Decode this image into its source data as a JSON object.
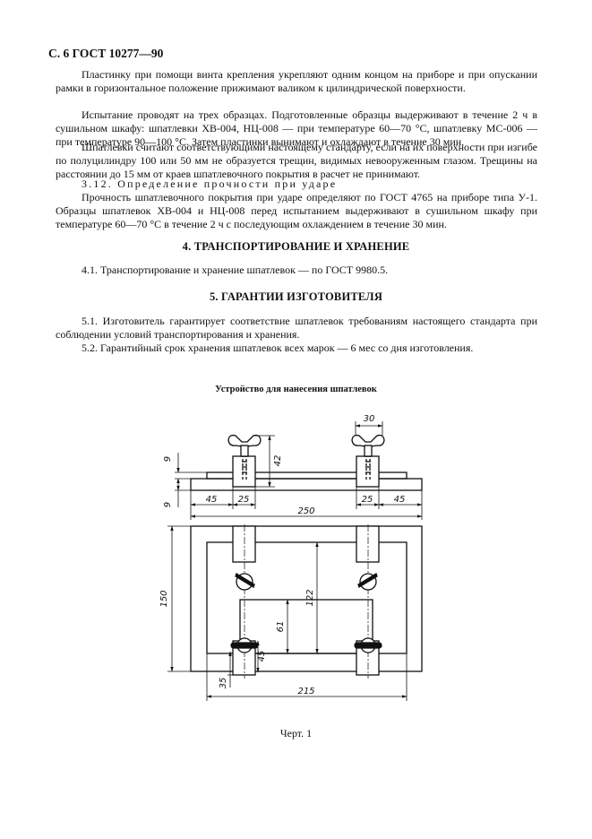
{
  "header": "С. 6 ГОСТ 10277—90",
  "paragraphs": [
    "Пластинку при помощи винта крепления укрепляют одним концом на приборе и при опускании рамки в горизонтальное положение прижимают валиком к цилиндрической поверхности.",
    "Испытание проводят на трех образцах. Подготовленные образцы выдерживают в течение 2 ч в сушильном шкафу: шпатлевки ХВ-004, НЦ-008 — при температуре 60—70 °С, шпатлевку МС-006 — при температуре 90—100 °С. Затем пластинки вынимают и охлаждают в течение 30 мин.",
    "Шпатлевки считают соответствующими настоящему стандарту, если на их поверхности при изгибе по полуцилиндру 100 или 50 мм не образуется трещин, видимых невооруженным глазом. Трещины на расстоянии до 15 мм от краев шпатлевочного покрытия в расчет не принимают.",
    "3.12. Определение прочности при ударе",
    "Прочность шпатлевочного покрытия при ударе определяют по ГОСТ 4765 на приборе типа У-1. Образцы шпатлевок ХВ-004 и НЦ-008 перед испытанием выдерживают в сушильном шкафу при температуре 60—70 °С в течение 2 ч с последующим охлаждением в течение 30 мин."
  ],
  "section4": {
    "title": "4. ТРАНСПОРТИРОВАНИЕ И ХРАНЕНИЕ",
    "p1": "4.1. Транспортирование и хранение шпатлевок — по ГОСТ 9980.5."
  },
  "section5": {
    "title": "5. ГАРАНТИИ ИЗГОТОВИТЕЛЯ",
    "p1": "5.1. Изготовитель гарантирует соответствие шпатлевок требованиям настоящего стандарта при соблюдении условий транспортирования и хранения.",
    "p2": "5.2. Гарантийный срок хранения шпатлевок всех марок — 6 мес со дня изготовления."
  },
  "figure": {
    "title": "Устройство для нанесения шпатлевок",
    "caption": "Черт. 1",
    "dims": {
      "d30": "30",
      "d42": "42",
      "d9a": "9",
      "d9b": "9",
      "d45l": "45",
      "d25l": "25",
      "d25r": "25",
      "d45r": "45",
      "d250": "250",
      "d150": "150",
      "d61": "61",
      "d122": "122",
      "d45v": "45",
      "d35": "35",
      "d215": "215"
    }
  }
}
